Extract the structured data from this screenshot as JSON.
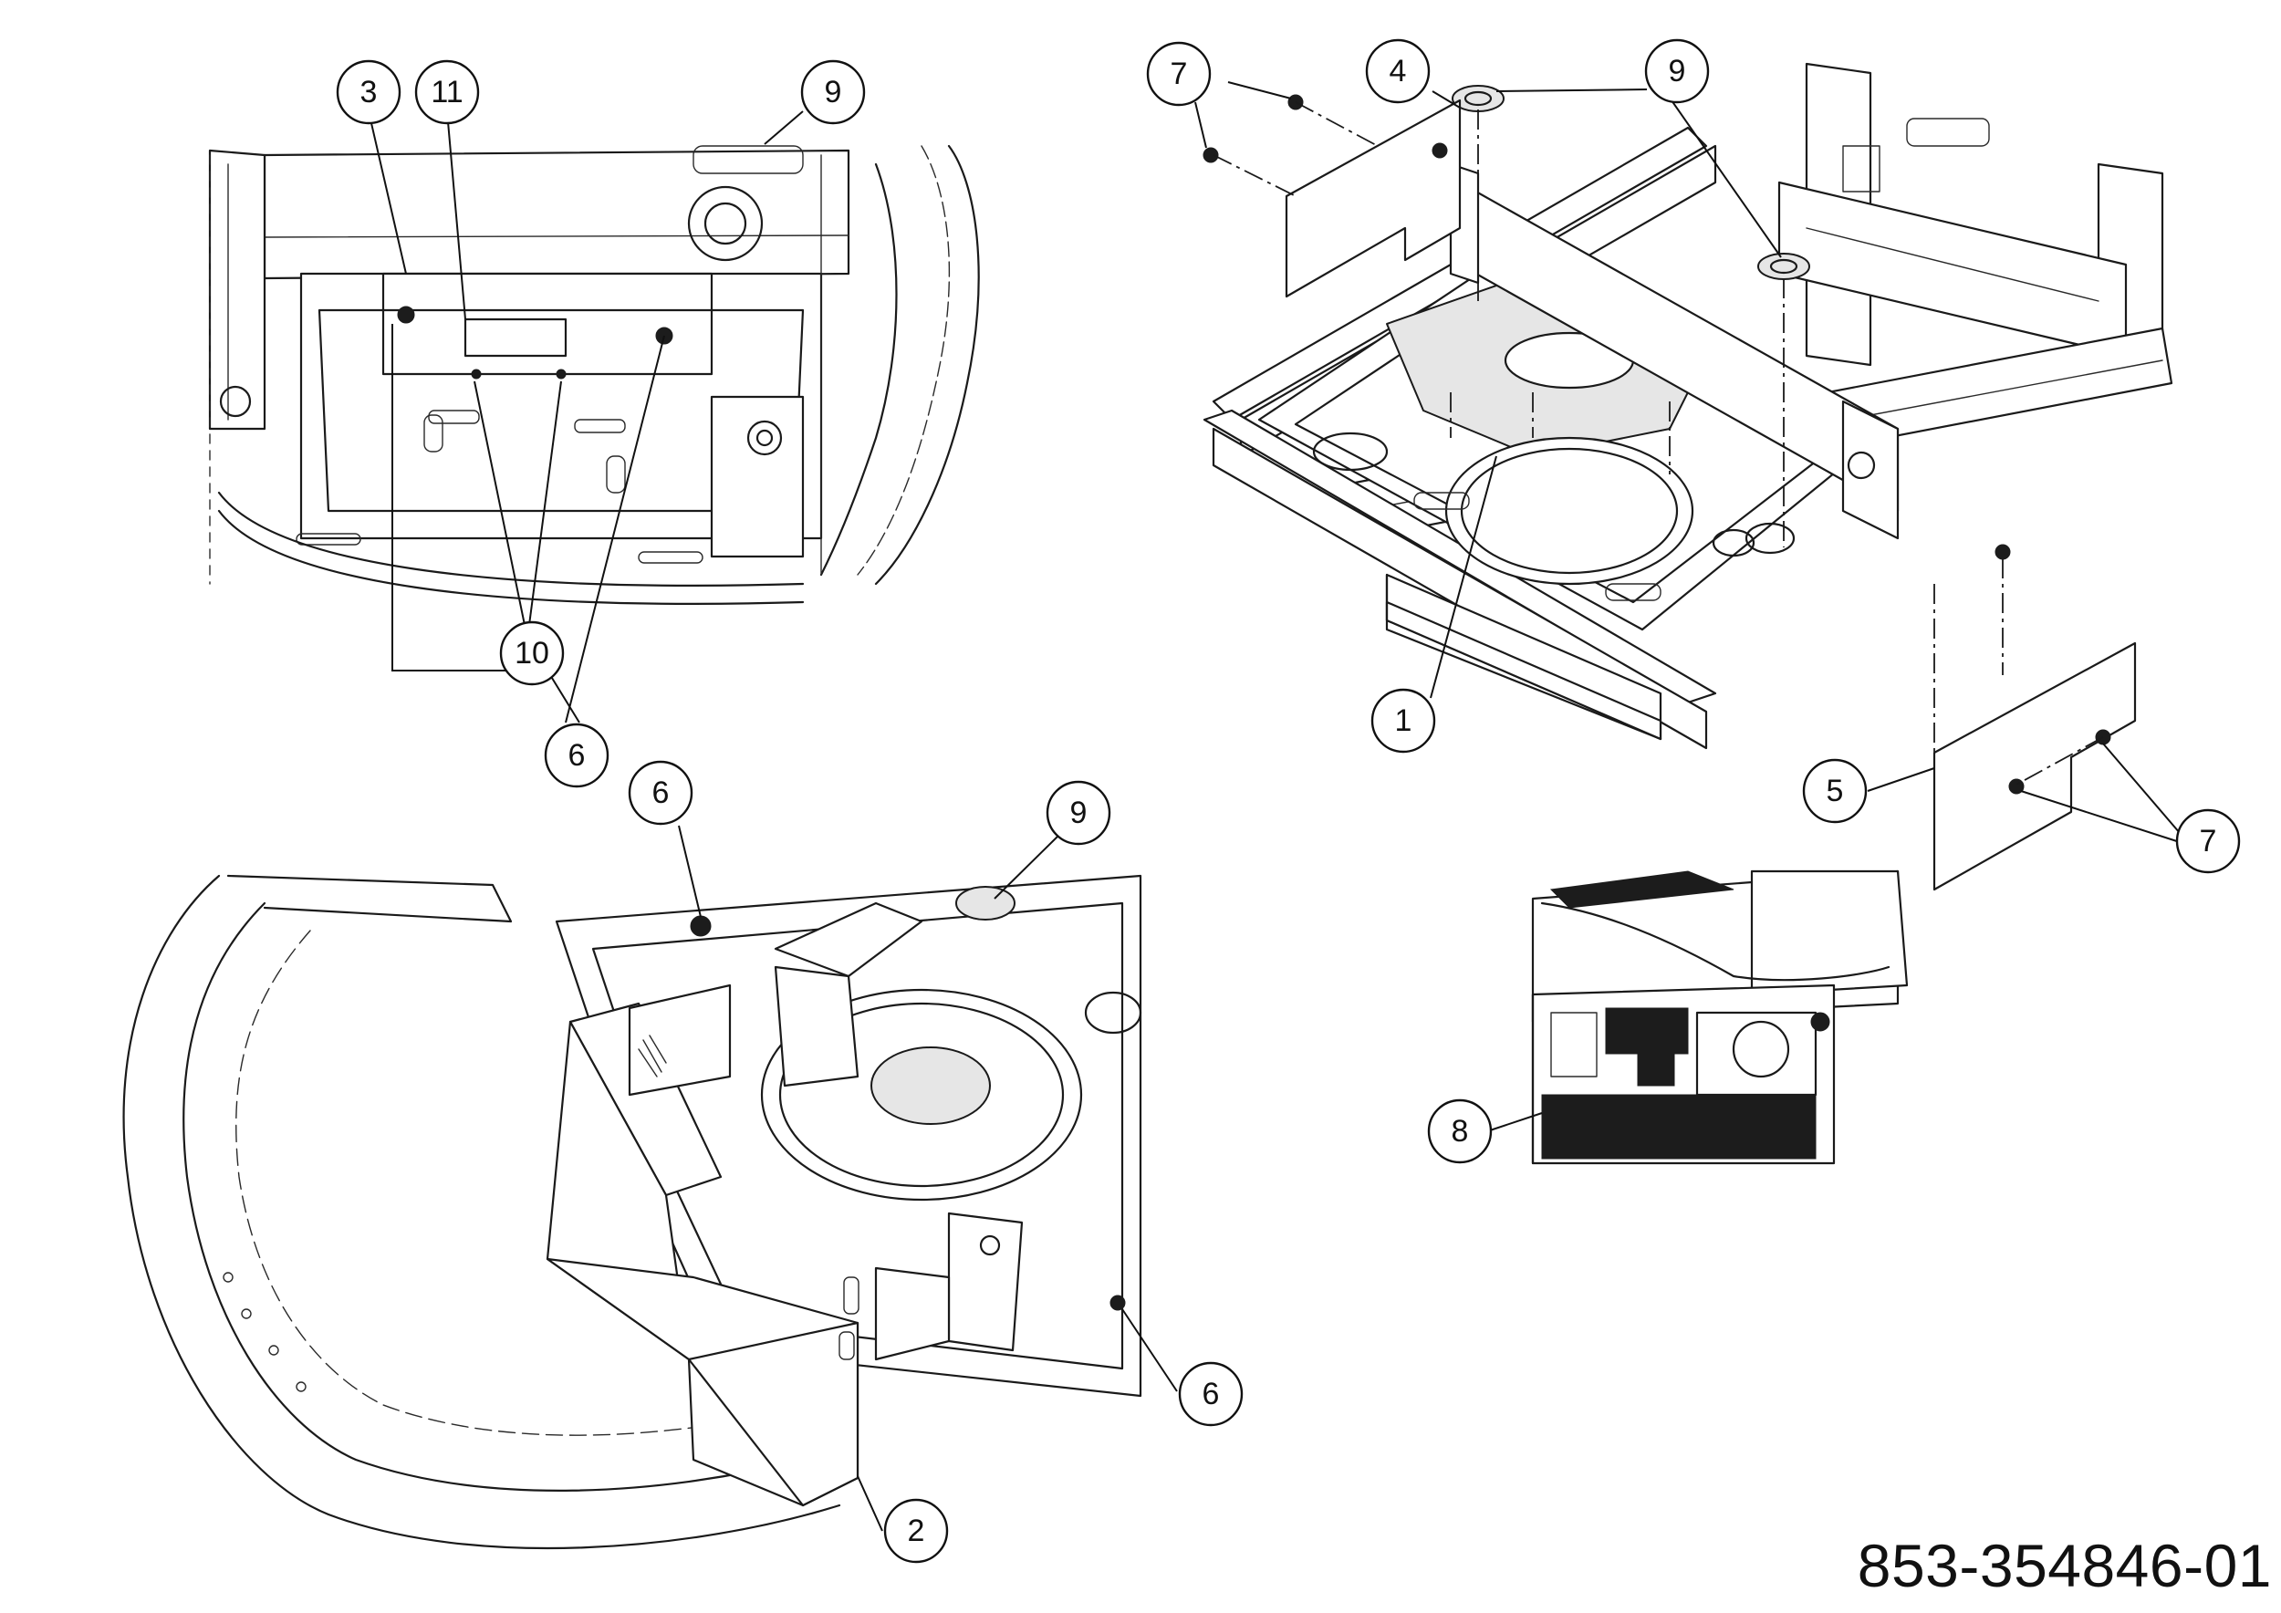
{
  "drawing_number": "853-354846-01",
  "callouts": {
    "c1": "1",
    "c2": "2",
    "c3": "3",
    "c4": "4",
    "c5": "5",
    "c6a": "6",
    "c6b": "6",
    "c6c": "6",
    "c7a": "7",
    "c7b": "7",
    "c8": "8",
    "c9a": "9",
    "c9b": "9",
    "c9c": "9",
    "c10": "10",
    "c11": "11"
  },
  "views": [
    "rear-bracket-view",
    "chassis-frame-view",
    "front-guard-view",
    "engine-view"
  ]
}
